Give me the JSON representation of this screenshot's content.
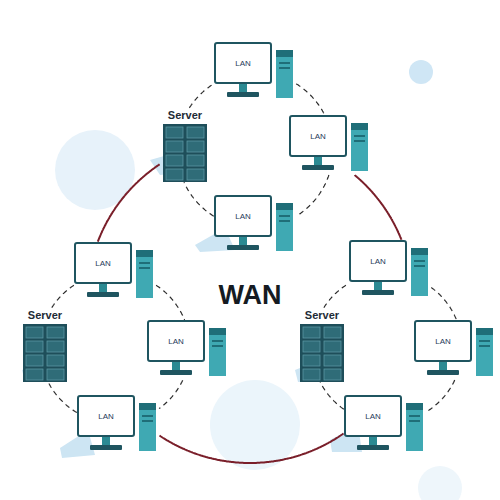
{
  "diagram": {
    "nodes": [
      {
        "text": [
          "LAN"
        ]
      },
      {
        "text": [
          "Server"
        ]
      },
      {
        "text": [
          "LAN"
        ]
      },
      {
        "text": [
          "LAN"
        ]
      },
      {
        "text": [
          "LAN"
        ]
      },
      {
        "text": [
          "Server"
        ]
      },
      {
        "text": [
          "LAN"
        ]
      },
      {
        "text": [
          "LAN"
        ]
      },
      {
        "text": [
          "LAN"
        ]
      },
      {
        "text": [
          "Server"
        ]
      },
      {
        "text": [
          "LAN"
        ]
      },
      {
        "text": [
          "LAN"
        ]
      }
    ],
    "edges": [
      {
        "from": 0,
        "to": 2,
        "arrow": "none"
      },
      {
        "from": 2,
        "to": 3,
        "arrow": "none"
      },
      {
        "from": 3,
        "to": 1,
        "arrow": "none"
      },
      {
        "from": 1,
        "to": 0,
        "arrow": "none"
      },
      {
        "from": 4,
        "to": 6,
        "arrow": "none"
      },
      {
        "from": 6,
        "to": 7,
        "arrow": "none"
      },
      {
        "from": 7,
        "to": 5,
        "arrow": "none"
      },
      {
        "from": 5,
        "to": 4,
        "arrow": "none"
      },
      {
        "from": 8,
        "to": 10,
        "arrow": "none"
      },
      {
        "from": 10,
        "to": 11,
        "arrow": "none"
      },
      {
        "from": 11,
        "to": 9,
        "arrow": "none"
      },
      {
        "from": 9,
        "to": 8,
        "arrow": "none"
      },
      {
        "from": 4,
        "to": 1,
        "arrow": "none"
      },
      {
        "from": 2,
        "to": 8,
        "arrow": "none"
      },
      {
        "from": 7,
        "to": 11,
        "arrow": "none"
      }
    ],
    "labels": [
      "WAN"
    ]
  }
}
